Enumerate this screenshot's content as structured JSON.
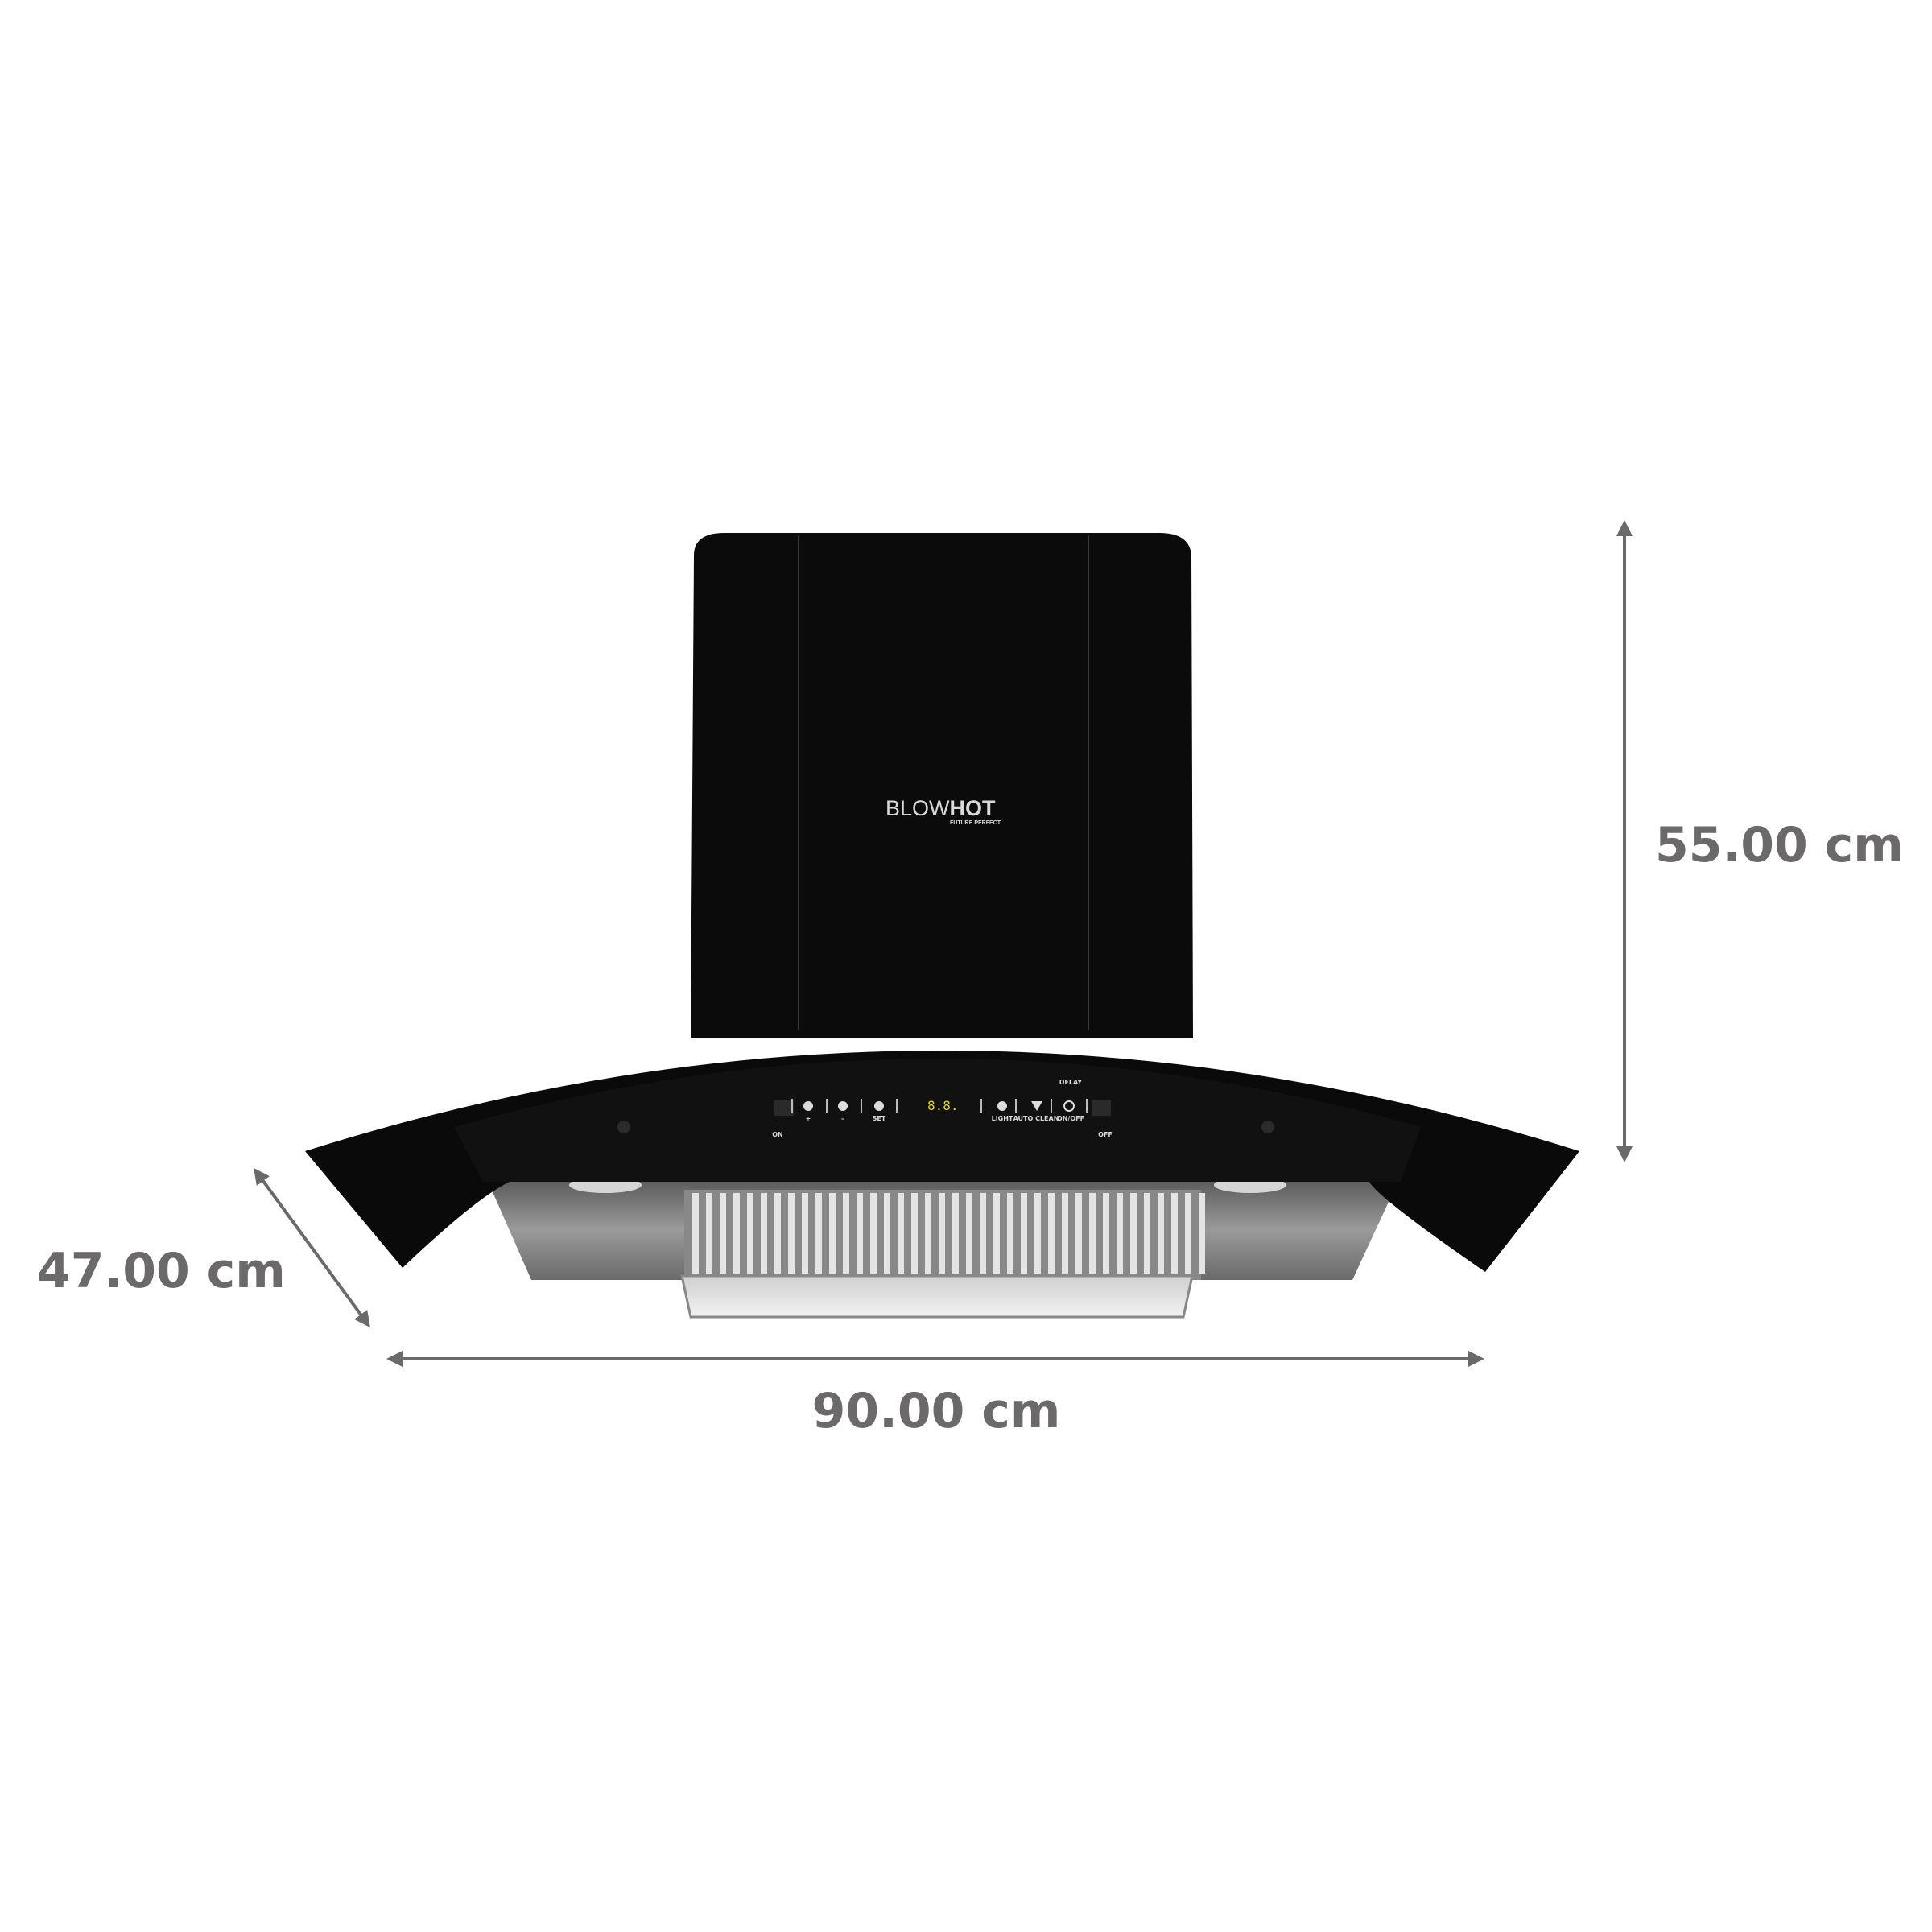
{
  "dimensions": {
    "height": "55.00 cm",
    "width": "90.00 cm",
    "depth": "47.00 cm",
    "arrow_color": "#6b6969"
  },
  "product": {
    "brand_light": "BLOW",
    "brand_bold": "HOT",
    "tagline": "FUTURE PERFECT",
    "body_color": "#0c0c0c",
    "control_panel": {
      "display": "8.8.",
      "display_color": "#e6d51c",
      "buttons": [
        {
          "label": "+",
          "icon": "fan-high-icon"
        },
        {
          "label": "–",
          "icon": "fan-low-icon"
        },
        {
          "label": "SET",
          "icon": "fan-set-icon"
        },
        {
          "label": "LIGHT",
          "icon": "light-icon"
        },
        {
          "label": "AUTO CLEAN",
          "icon": "auto-clean-icon"
        },
        {
          "label": "ON/OFF",
          "icon": "power-icon"
        }
      ],
      "delay_label": "DELAY",
      "gesture_on": "ON",
      "gesture_off": "OFF"
    }
  }
}
